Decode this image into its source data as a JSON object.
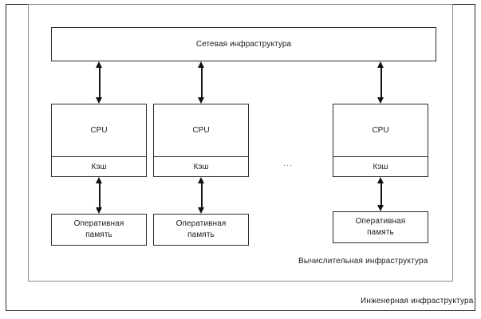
{
  "diagram": {
    "title_box": {
      "label": "Сетевая инфраструктура"
    },
    "columns": [
      {
        "cpu_label": "CPU",
        "cache_label": "Кэш",
        "memory_label_line1": "Оперативная",
        "memory_label_line2": "память"
      },
      {
        "cpu_label": "CPU",
        "cache_label": "Кэш",
        "memory_label_line1": "Оперативная",
        "memory_label_line2": "память"
      },
      {
        "cpu_label": "CPU",
        "cache_label": "Кэш",
        "memory_label_line1": "Оперативная",
        "memory_label_line2": "память"
      }
    ],
    "ellipsis": "...",
    "inner_frame_label": "Вычислительная инфраструктура",
    "outer_frame_label": "Инженерная инфраструктура",
    "colors": {
      "outer_border": "#2b2b2b",
      "inner_border": "#8a8a8a",
      "box_border": "#2b2b2b",
      "arrow": "#111111",
      "text": "#1a1a1a",
      "background": "#ffffff",
      "ellipsis": "#777777"
    }
  }
}
